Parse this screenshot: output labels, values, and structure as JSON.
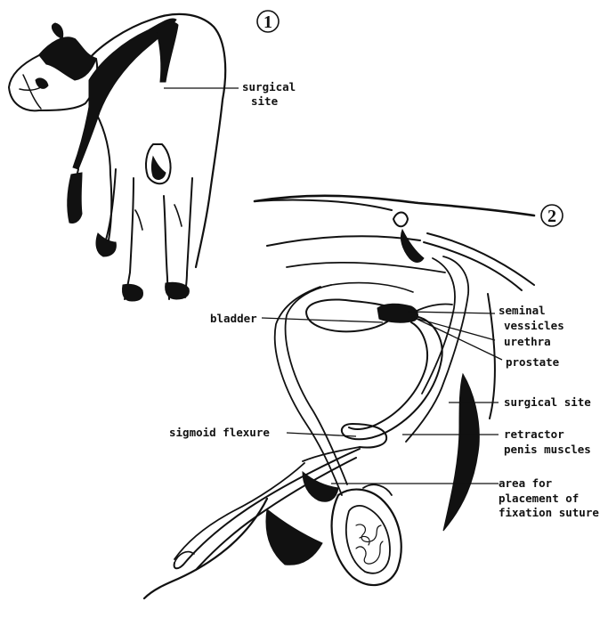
{
  "figure_1": {
    "number": "1",
    "label_surgical_site": [
      "surgical",
      "site"
    ]
  },
  "figure_2": {
    "number": "2",
    "labels": {
      "bladder": "bladder",
      "seminal_vessicles": [
        "seminal",
        "vessicles"
      ],
      "urethra": "urethra",
      "prostate": "prostate",
      "surgical_site": "surgical site",
      "sigmoid_flexure": "sigmoid flexure",
      "retractor_penis_muscles": [
        "retractor",
        "penis muscles"
      ],
      "fixation_suture_area": [
        "area for",
        "placement of",
        "fixation suture"
      ]
    }
  }
}
